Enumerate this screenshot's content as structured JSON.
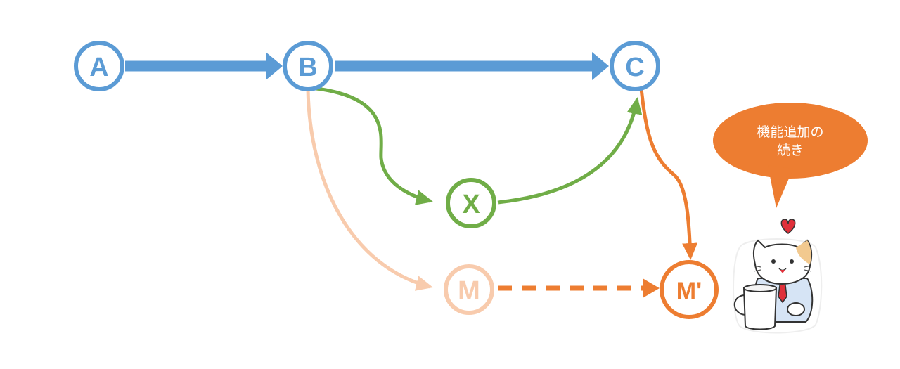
{
  "colors": {
    "blue": "#5b9bd5",
    "green": "#70ad47",
    "peach": "#f8cbad",
    "orange": "#ed7d31",
    "heart": "#e0303a",
    "cat_outline": "#333333",
    "cat_shirt": "#d6e4f5",
    "cat_patch": "#f2c98f"
  },
  "nodes": {
    "a": {
      "label": "A"
    },
    "b": {
      "label": "B"
    },
    "c": {
      "label": "C"
    },
    "x": {
      "label": "X"
    },
    "m": {
      "label": "M"
    },
    "m_prime": {
      "label": "M'"
    }
  },
  "bubble": {
    "line1": "機能追加の",
    "line2": "続き"
  },
  "mascot": {
    "icon": "cat-mascot-with-mug-icon"
  }
}
